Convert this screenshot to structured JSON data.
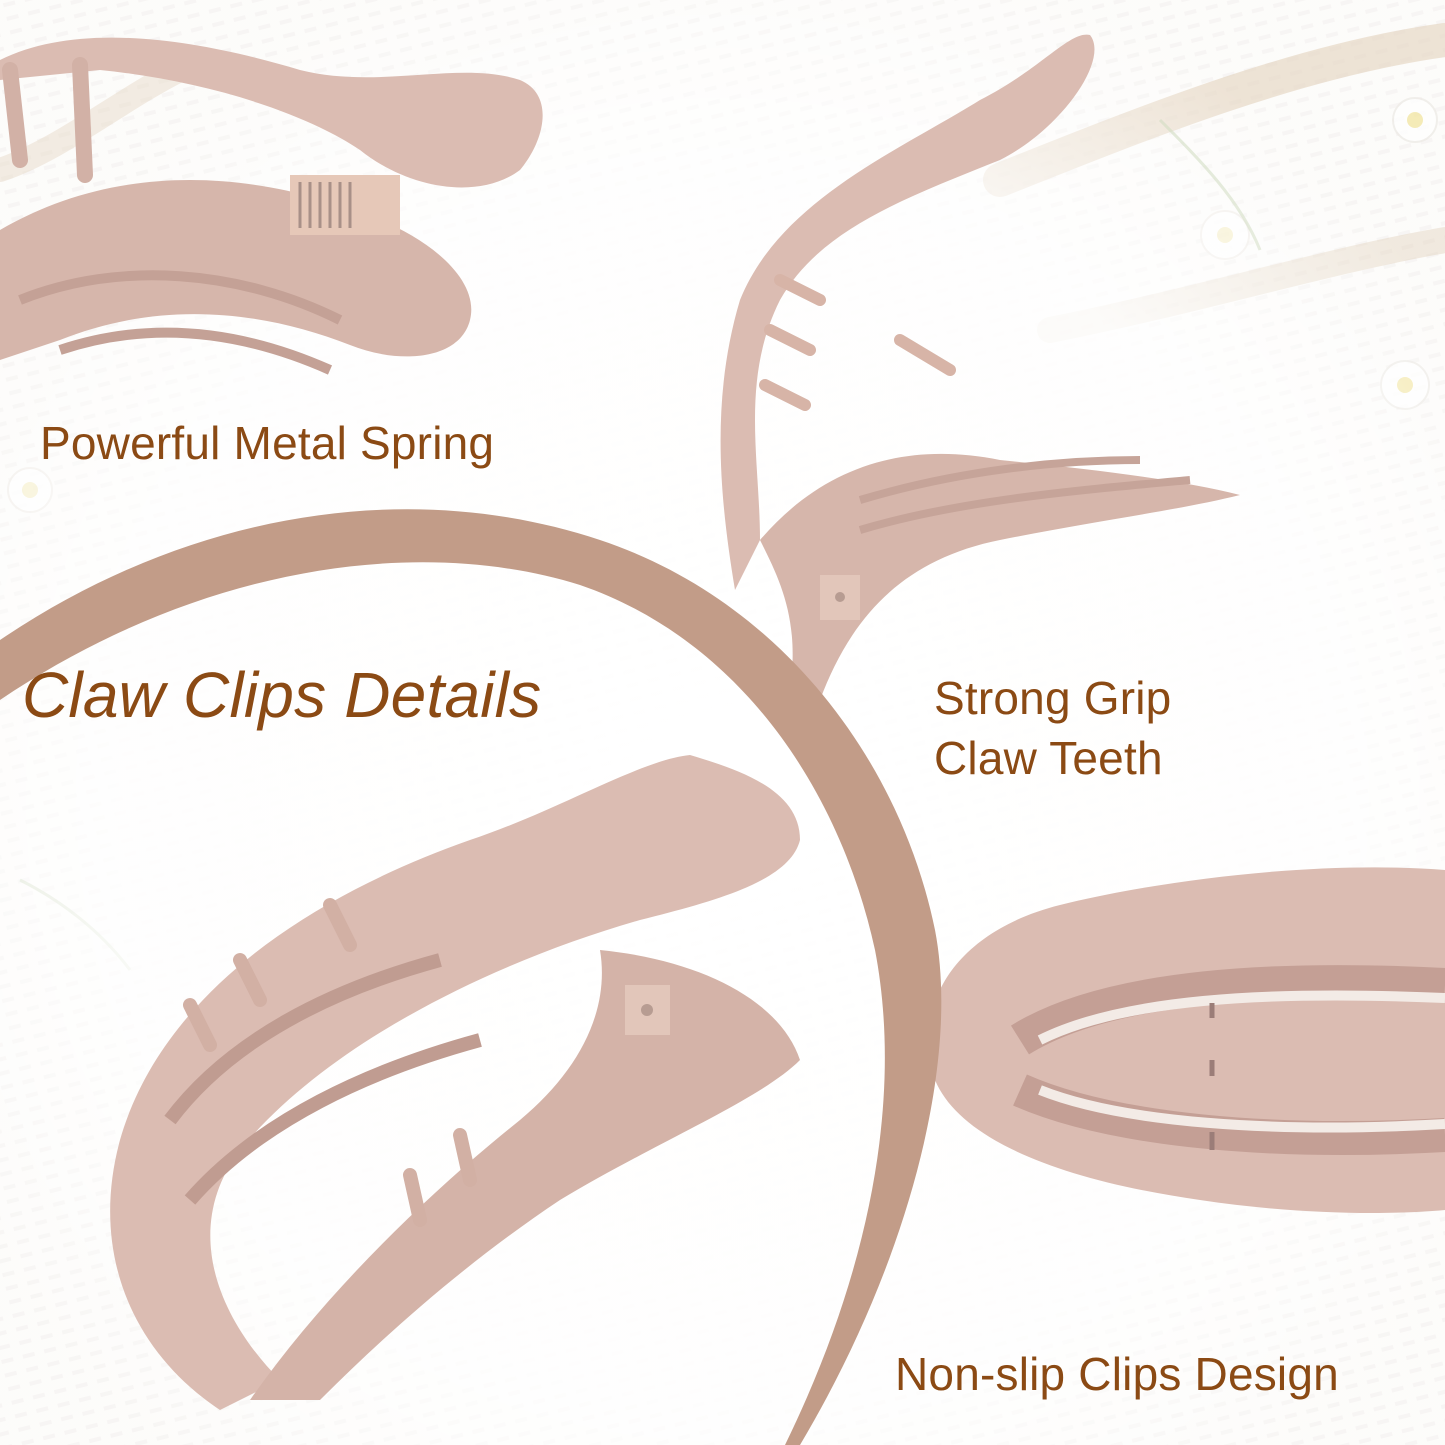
{
  "title": "Claw Clips Details",
  "features": [
    {
      "id": "spring",
      "label": "Powerful Metal Spring"
    },
    {
      "id": "grip",
      "lines": [
        "Strong Grip",
        "Claw Teeth"
      ]
    },
    {
      "id": "nonslip",
      "label": "Non-slip Clips Design"
    }
  ],
  "colors": {
    "text": "#8b4a14",
    "arc": "#c29c88",
    "clip": "#dbbcb2",
    "clip_shadow": "#c9a79c",
    "background": "#fdfcfb"
  }
}
